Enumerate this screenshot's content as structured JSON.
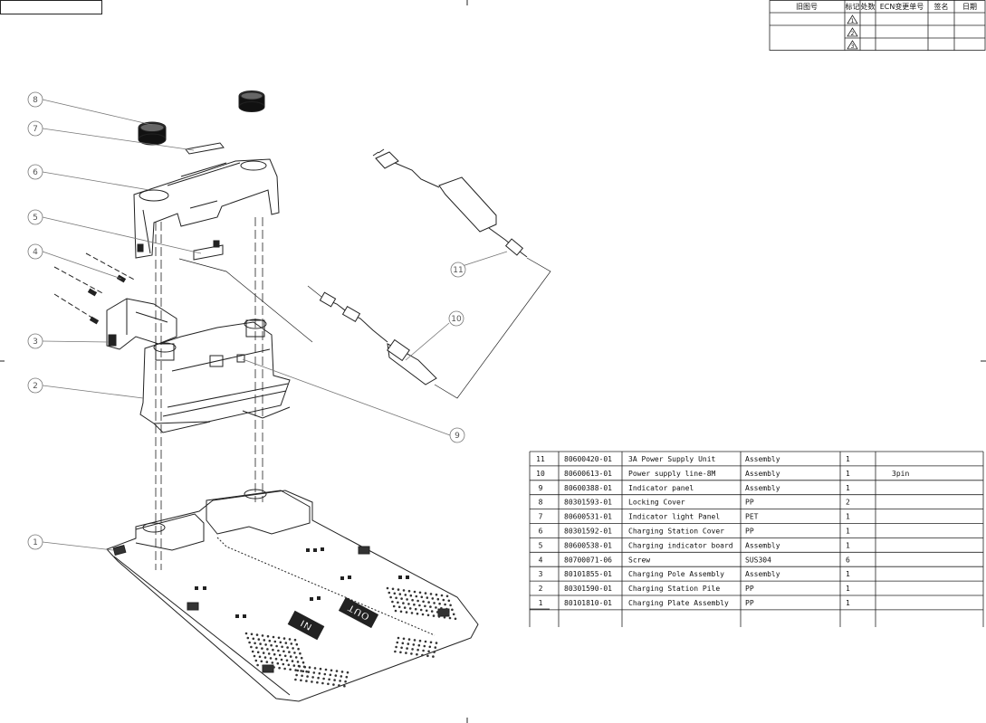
{
  "revision_block": {
    "headers": [
      "旧图号",
      "标记",
      "处数",
      "ECN变更单号",
      "签名",
      "日期"
    ],
    "rev_marks": [
      "1",
      "2",
      "3"
    ]
  },
  "callouts": [
    "1",
    "2",
    "3",
    "4",
    "5",
    "6",
    "7",
    "8",
    "9",
    "10",
    "11"
  ],
  "base_labels": {
    "in_text": "IN",
    "out_text": "OUT"
  },
  "bom": [
    {
      "item": "11",
      "part_no": "80600420-01",
      "description": "3A Power Supply Unit",
      "material": "Assembly",
      "qty": "1",
      "remark": ""
    },
    {
      "item": "10",
      "part_no": "80600613-01",
      "description": "Power supply line-8M",
      "material": "Assembly",
      "qty": "1",
      "remark": "3pin"
    },
    {
      "item": "9",
      "part_no": "80600388-01",
      "description": "Indicator panel",
      "material": "Assembly",
      "qty": "1",
      "remark": ""
    },
    {
      "item": "8",
      "part_no": "80301593-01",
      "description": "Locking Cover",
      "material": "PP",
      "qty": "2",
      "remark": ""
    },
    {
      "item": "7",
      "part_no": "80600531-01",
      "description": "Indicator light Panel",
      "material": "PET",
      "qty": "1",
      "remark": ""
    },
    {
      "item": "6",
      "part_no": "80301592-01",
      "description": "Charging Station  Cover",
      "material": "PP",
      "qty": "1",
      "remark": ""
    },
    {
      "item": "5",
      "part_no": "80600538-01",
      "description": "Charging indicator board",
      "material": "Assembly",
      "qty": "1",
      "remark": ""
    },
    {
      "item": "4",
      "part_no": "80700071-06",
      "description": "Screw",
      "material": "SUS304",
      "qty": "6",
      "remark": ""
    },
    {
      "item": "3",
      "part_no": "80101855-01",
      "description": "Charging Pole Assembly",
      "material": "Assembly",
      "qty": "1",
      "remark": ""
    },
    {
      "item": "2",
      "part_no": "80301590-01",
      "description": "Charging Station Pile",
      "material": "PP",
      "qty": "1",
      "remark": ""
    },
    {
      "item": "1",
      "part_no": "80101810-01",
      "description": "Charging Plate Assembly",
      "material": "PP",
      "qty": "1",
      "remark": ""
    }
  ]
}
